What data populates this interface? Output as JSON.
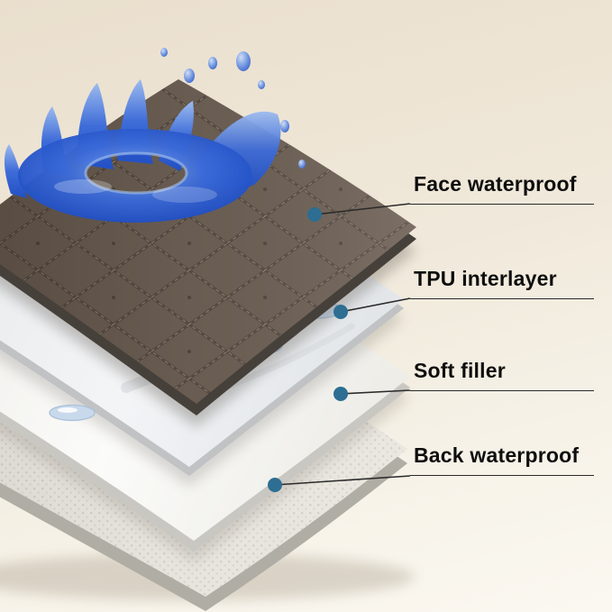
{
  "diagram": {
    "subject": "layered waterproof pad cross-section",
    "labels": [
      {
        "id": "face-waterproof",
        "text": "Face waterproof"
      },
      {
        "id": "tpu-interlayer",
        "text": "TPU interlayer"
      },
      {
        "id": "soft-filler",
        "text": "Soft filler"
      },
      {
        "id": "back-waterproof",
        "text": "Back waterproof"
      }
    ],
    "layers": [
      {
        "name": "face-waterproof-layer",
        "description": "brown quilted fabric top layer with water splash"
      },
      {
        "name": "tpu-interlayer-layer",
        "description": "translucent TPU film with beaded water droplets"
      },
      {
        "name": "soft-filler-layer",
        "description": "white soft filler sheet"
      },
      {
        "name": "back-waterproof-layer",
        "description": "textured back waterproof sheet"
      }
    ],
    "colors": {
      "background_top": "#eadfcd",
      "background_bottom": "#fbf8f1",
      "face_fabric": "#6d6055",
      "face_stitch": "#584d44",
      "splash_deep_blue": "#1d4ecf",
      "splash_light_blue": "#8fb0e8",
      "tpu_white": "#f2f3f5",
      "filler_white": "#fafaf8",
      "back_gray": "#eae7e0",
      "callout_dot": "#2d6e92",
      "callout_line": "#2a2a2a",
      "label_text": "#0e0e0e"
    }
  }
}
